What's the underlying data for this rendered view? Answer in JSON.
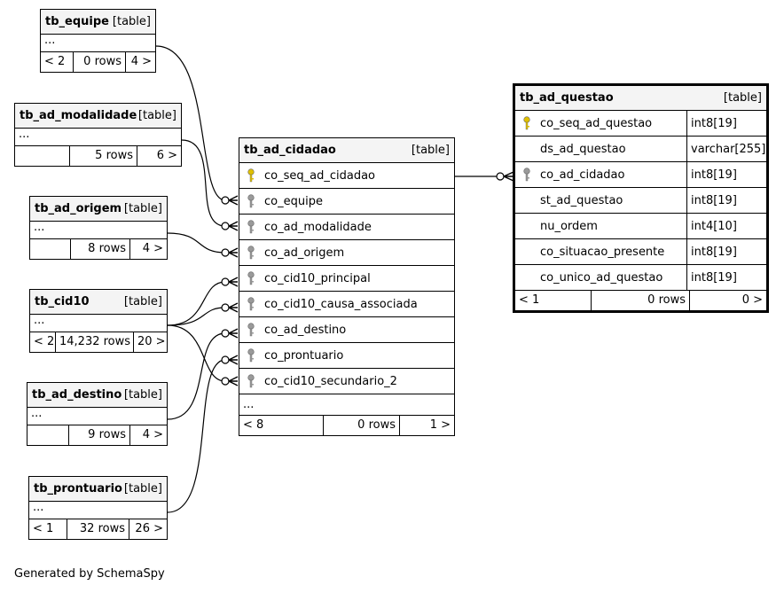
{
  "tables": {
    "tb_equipe": {
      "name": "tb_equipe",
      "type": "[table]",
      "dots": "...",
      "prev": "< 2",
      "rows": "0 rows",
      "next": "4 >"
    },
    "tb_ad_modalidade": {
      "name": "tb_ad_modalidade",
      "type": "[table]",
      "dots": "...",
      "prev": "",
      "rows": "5 rows",
      "next": "6 >"
    },
    "tb_ad_origem": {
      "name": "tb_ad_origem",
      "type": "[table]",
      "dots": "...",
      "prev": "",
      "rows": "8 rows",
      "next": "4 >"
    },
    "tb_cid10": {
      "name": "tb_cid10",
      "type": "[table]",
      "dots": "...",
      "prev": "< 2",
      "rows": "14,232 rows",
      "next": "20 >"
    },
    "tb_ad_destino": {
      "name": "tb_ad_destino",
      "type": "[table]",
      "dots": "...",
      "prev": "",
      "rows": "9 rows",
      "next": "4 >"
    },
    "tb_prontuario": {
      "name": "tb_prontuario",
      "type": "[table]",
      "dots": "...",
      "prev": "< 1",
      "rows": "32 rows",
      "next": "26 >"
    },
    "tb_ad_cidadao": {
      "name": "tb_ad_cidadao",
      "type": "[table]",
      "dots": "...",
      "prev": "< 8",
      "rows": "0 rows",
      "next": "1 >",
      "columns": [
        {
          "name": "co_seq_ad_cidadao",
          "key": "primary"
        },
        {
          "name": "co_equipe",
          "key": "foreign"
        },
        {
          "name": "co_ad_modalidade",
          "key": "foreign"
        },
        {
          "name": "co_ad_origem",
          "key": "foreign"
        },
        {
          "name": "co_cid10_principal",
          "key": "foreign"
        },
        {
          "name": "co_cid10_causa_associada",
          "key": "foreign"
        },
        {
          "name": "co_ad_destino",
          "key": "foreign"
        },
        {
          "name": "co_prontuario",
          "key": "foreign"
        },
        {
          "name": "co_cid10_secundario_2",
          "key": "foreign"
        }
      ]
    },
    "tb_ad_questao": {
      "name": "tb_ad_questao",
      "type": "[table]",
      "prev": "< 1",
      "rows": "0 rows",
      "next": "0 >",
      "columns": [
        {
          "name": "co_seq_ad_questao",
          "key": "primary",
          "type": "int8[19]"
        },
        {
          "name": "ds_ad_questao",
          "key": "none",
          "type": "varchar[255]"
        },
        {
          "name": "co_ad_cidadao",
          "key": "foreign",
          "type": "int8[19]"
        },
        {
          "name": "st_ad_questao",
          "key": "none",
          "type": "int8[19]"
        },
        {
          "name": "nu_ordem",
          "key": "none",
          "type": "int4[10]"
        },
        {
          "name": "co_situacao_presente",
          "key": "none",
          "type": "int8[19]"
        },
        {
          "name": "co_unico_ad_questao",
          "key": "none",
          "type": "int8[19]"
        }
      ]
    }
  },
  "generated_by": "Generated by SchemaSpy",
  "colors": {
    "primary_key": "#e0c000",
    "foreign_key": "#9a9a9a",
    "header_bg": "#f4f4f4"
  }
}
